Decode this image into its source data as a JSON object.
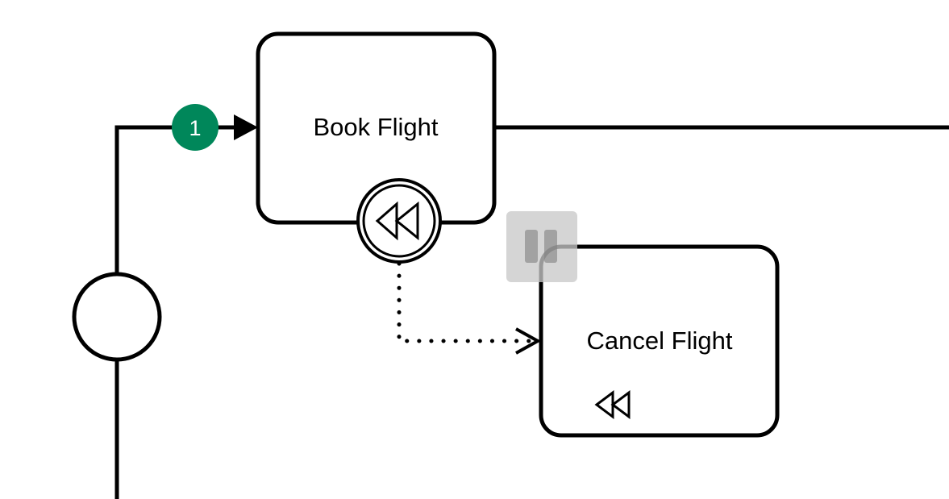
{
  "diagram": {
    "type": "BPMN process (compensation)",
    "tasks": [
      {
        "id": "book_flight",
        "label": "Book Flight",
        "has_compensation_boundary_event": true
      },
      {
        "id": "cancel_flight",
        "label": "Cancel Flight",
        "marker": "compensation",
        "overlay": "paused"
      }
    ],
    "gateway": {
      "type": "event-circle"
    },
    "badge": {
      "text": "1",
      "color": "#00875A"
    },
    "colors": {
      "stroke": "#000000",
      "badge": "#00875A",
      "overlay_bg": "#cccccc",
      "overlay_bars": "#999999"
    },
    "connections": [
      {
        "from": "start",
        "to": "book_flight",
        "type": "sequence-flow"
      },
      {
        "from": "book_flight",
        "to": "out",
        "type": "sequence-flow"
      },
      {
        "from": "book_flight_compensation",
        "to": "cancel_flight",
        "type": "association"
      }
    ]
  }
}
